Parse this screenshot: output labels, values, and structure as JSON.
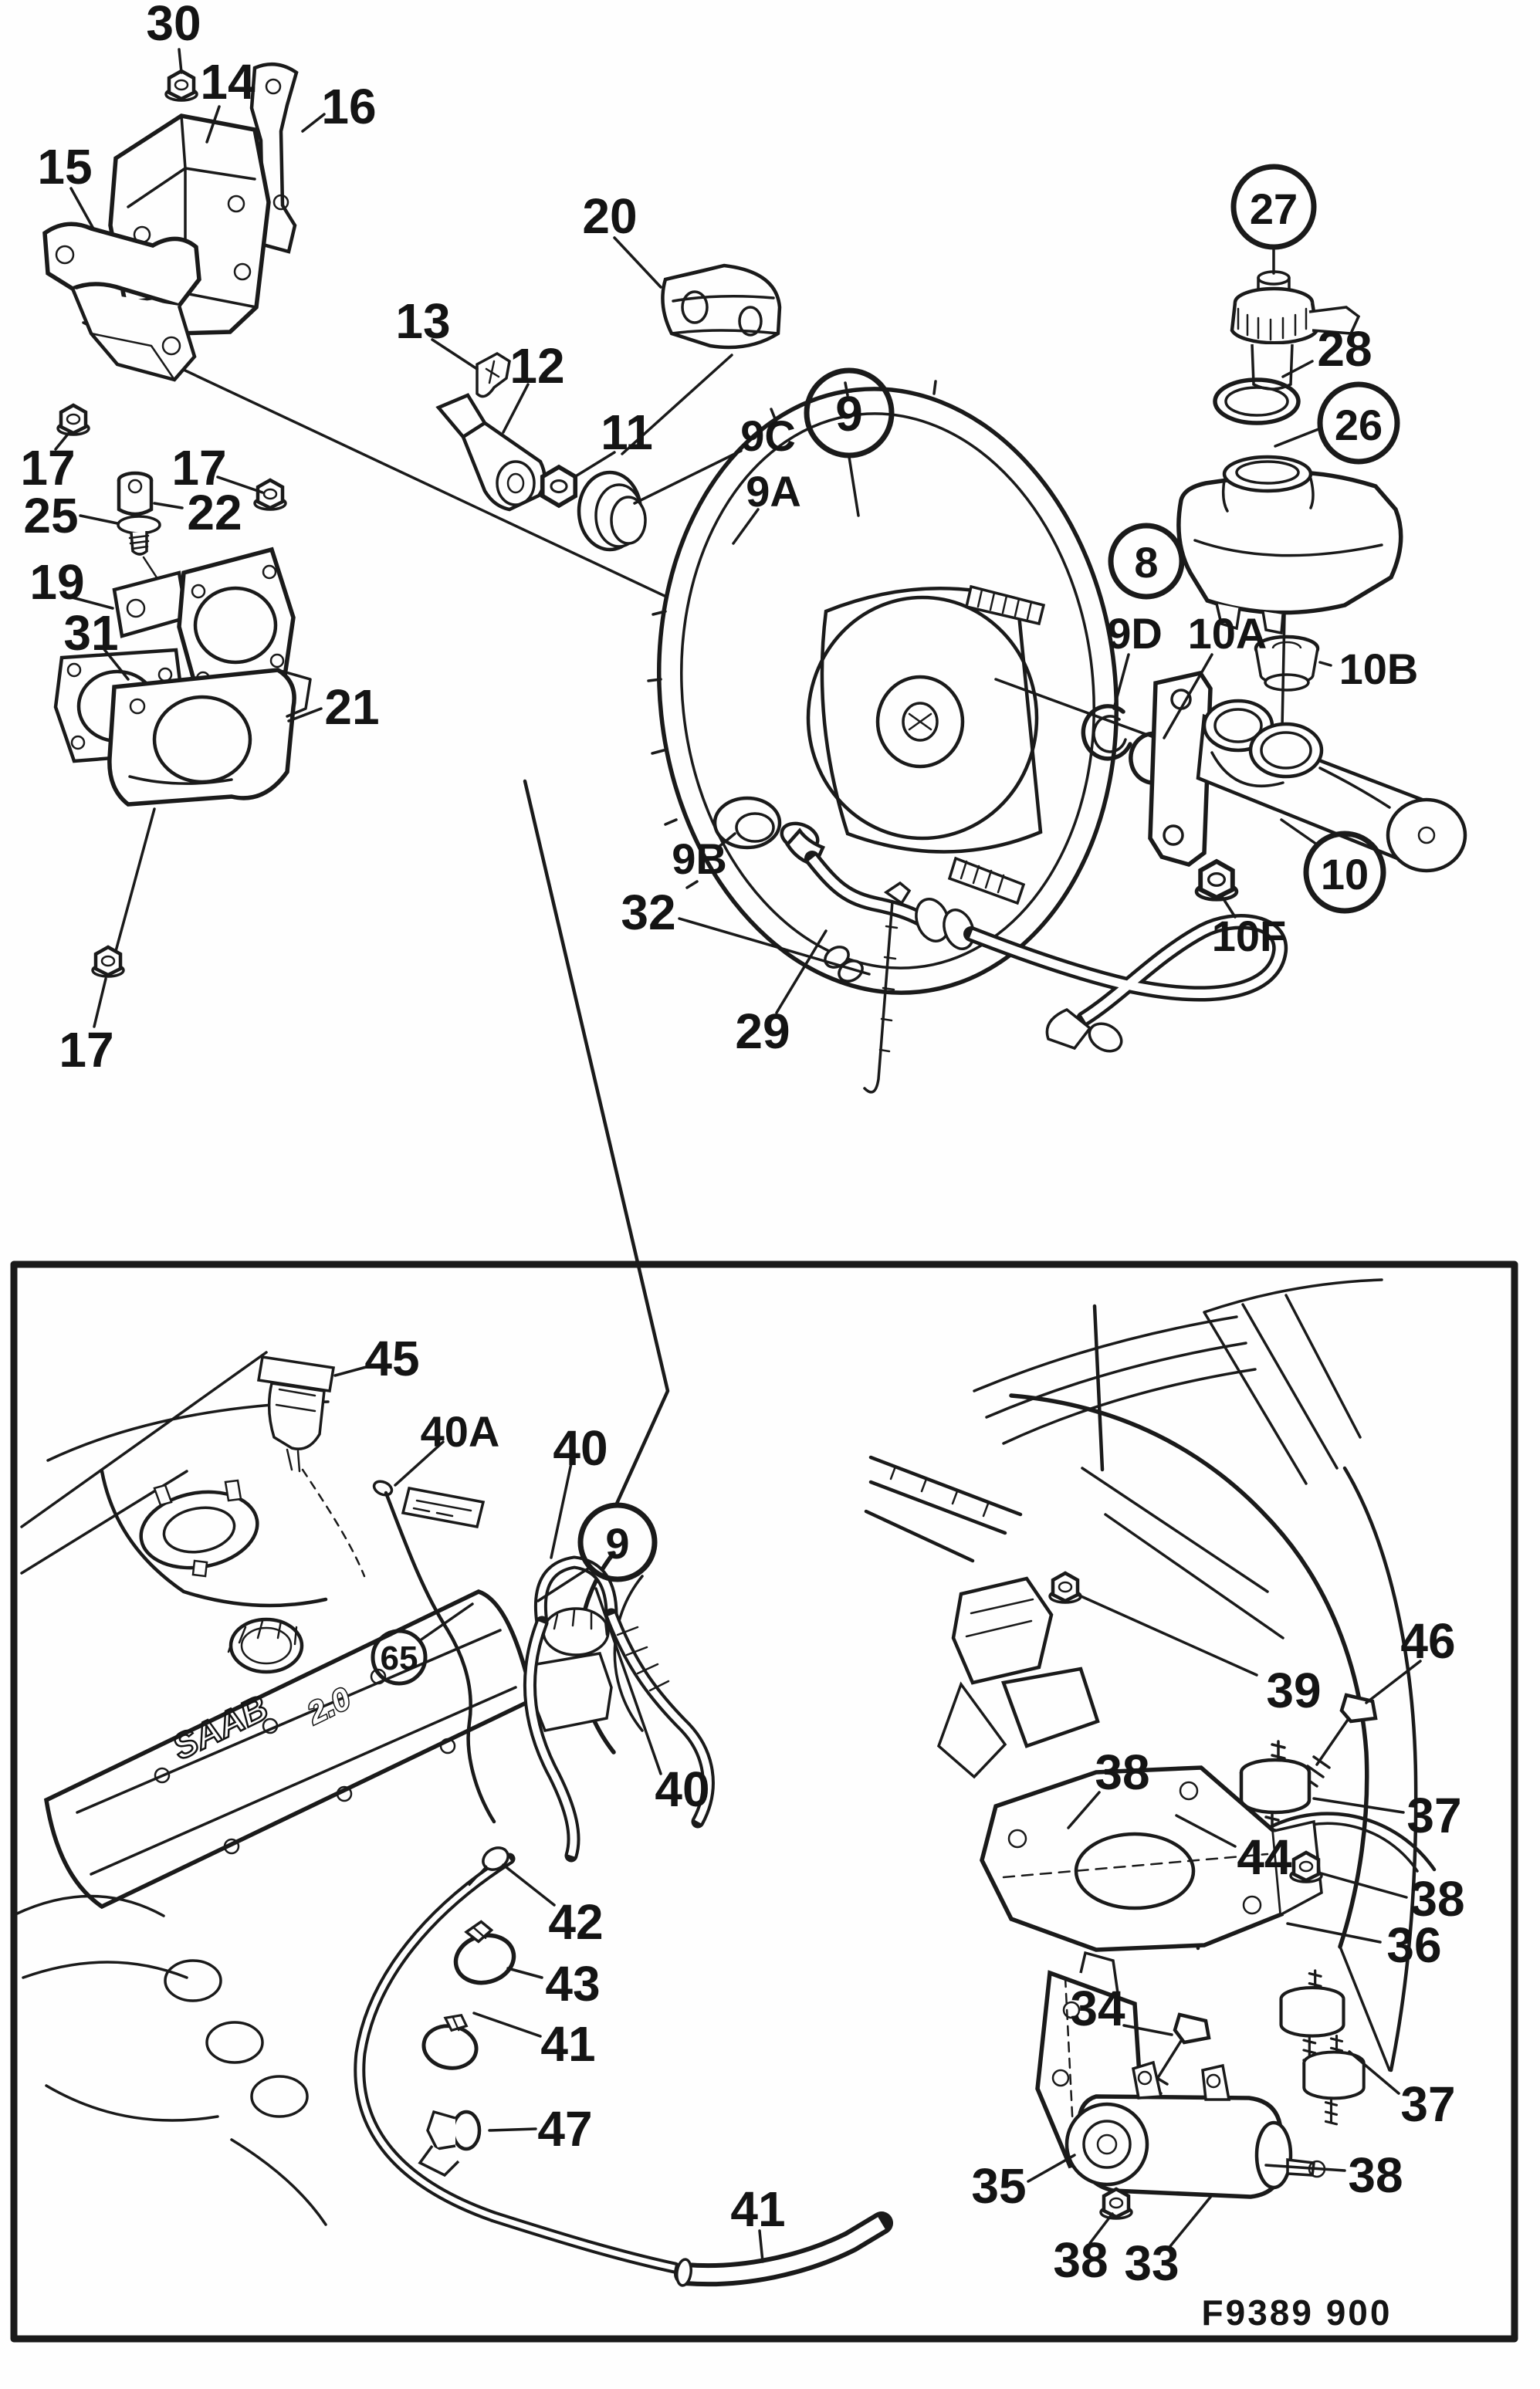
{
  "figure": {
    "drawing_code": "F9389 900",
    "valve_cover_logo": "SAAB",
    "displacement_badge": "2.0"
  },
  "upper_callouts": [
    "30",
    "14",
    "16",
    "15",
    "17",
    "17",
    "25",
    "22",
    "13",
    "12",
    "20",
    "11",
    "9C",
    "9A",
    "9",
    "19",
    "31",
    "21",
    "17",
    "27",
    "28",
    "26",
    "8",
    "9D",
    "10A",
    "10B",
    "10",
    "10F",
    "9B",
    "32",
    "29"
  ],
  "lower_left_callouts": [
    "45",
    "40A",
    "40",
    "9",
    "65",
    "40",
    "42",
    "43",
    "41",
    "47",
    "41"
  ],
  "lower_right_callouts": [
    "39",
    "46",
    "38",
    "44",
    "37",
    "38",
    "36",
    "34",
    "35",
    "37",
    "38",
    "38",
    "33"
  ]
}
